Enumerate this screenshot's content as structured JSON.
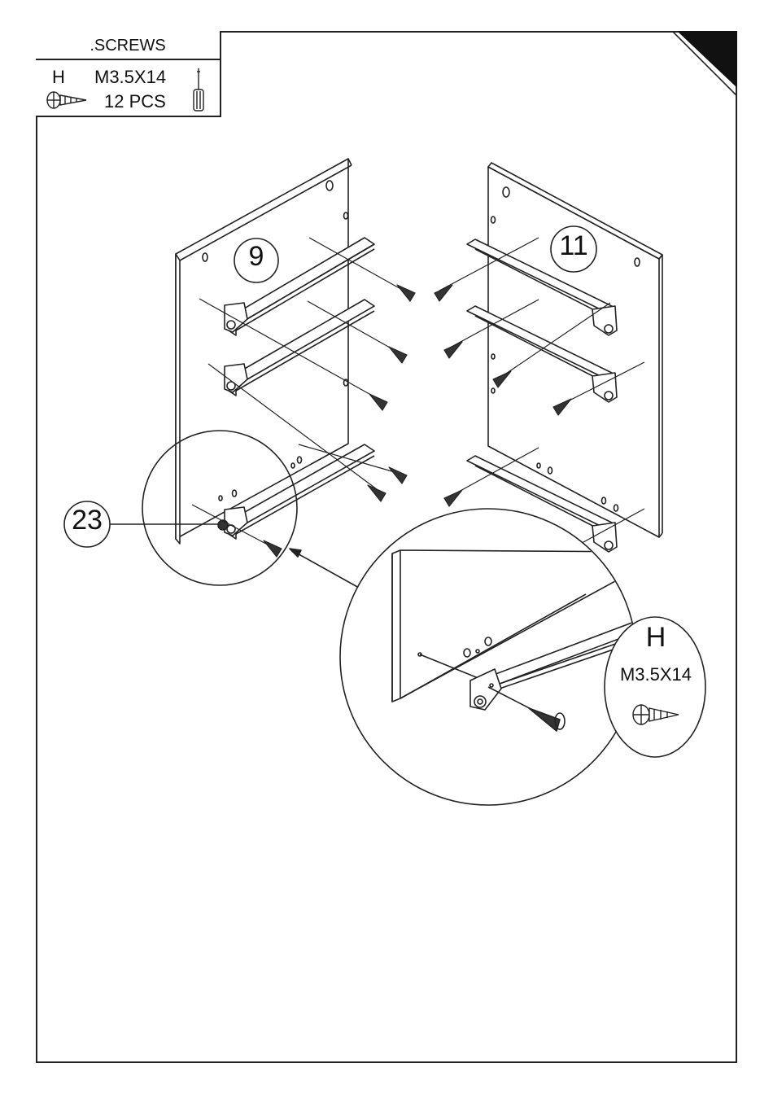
{
  "screws_panel": {
    "header": ".SCREWS",
    "letter": "H",
    "spec": "M3.5X14",
    "quantity": "12 PCS",
    "screw_icon": "screw-icon",
    "tool_icon": "screwdriver-icon"
  },
  "callouts": {
    "panel_left": "9",
    "panel_right": "11",
    "part_bumper": "23"
  },
  "detail": {
    "letter": "H",
    "spec": "M3.5X14",
    "screw_icon": "screw-icon"
  },
  "colors": {
    "line": "#222222",
    "page": "#ffffff"
  }
}
